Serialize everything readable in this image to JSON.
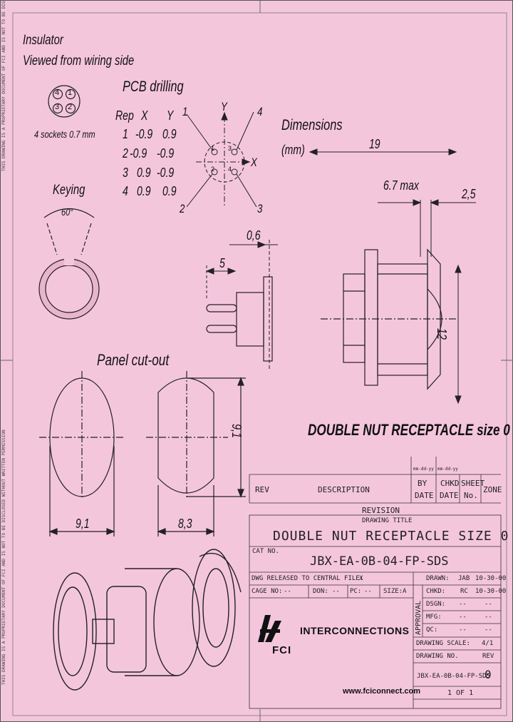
{
  "insulator": {
    "title": "Insulator",
    "subtitle": "Viewed from wiring side",
    "sockets": "4 sockets 0.7 mm",
    "pins": [
      "4",
      "1",
      "3",
      "2"
    ]
  },
  "pcb": {
    "title": "PCB drilling",
    "headers": [
      "Rep",
      "X",
      "Y"
    ],
    "rows": [
      [
        "1",
        "-0.9",
        "0.9"
      ],
      [
        "2",
        "-0.9",
        "-0.9"
      ],
      [
        "3",
        "0.9",
        "-0.9"
      ],
      [
        "4",
        "0.9",
        "0.9"
      ]
    ],
    "axis_y": "Y",
    "axis_x": "X",
    "callouts": [
      "1",
      "4",
      "2",
      "3"
    ],
    "hole_numbers": [
      "1",
      "3",
      "2",
      "4"
    ]
  },
  "keying": {
    "title": "Keying",
    "angle": "60°"
  },
  "dimensions": {
    "title": "Dimensions",
    "unit": "(mm)",
    "overall": "19",
    "max": "6.7 max",
    "flange": "2,5",
    "thickness": "0,6",
    "pin": "5",
    "height": "12"
  },
  "panel": {
    "title": "Panel cut-out",
    "w1": "9,1",
    "w2": "8,3",
    "h": "9,1"
  },
  "product_title": "DOUBLE NUT RECEPTACLE size 0",
  "side_note": "THIS DRAWING IS A PROPRIETARY DOCUMENT OF FCI AND IS NOT TO BE DISCLOSED WITHOUT WRITTEN PERMISSION",
  "revision_table": {
    "small_labels": [
      "mm-dd-yy",
      "mm-dd-yy"
    ],
    "headers": [
      "REV",
      "DESCRIPTION",
      "BY",
      "DATE",
      "CHKD",
      "DATE",
      "SHEET",
      "No.",
      "ZONE"
    ],
    "caption": "REVISION"
  },
  "title_block": {
    "drawing_title_label": "DRAWING TITLE",
    "drawing_title": "DOUBLE NUT RECEPTACLE SIZE 0",
    "cat_no_label": "CAT NO.",
    "cat_no": "JBX-EA-0B-04-FP-SDS",
    "dwg_released": "DWG RELEASED TO CENTRAL FILE:",
    "dwg_released_val": "X",
    "cage_no": "CAGE NO:",
    "cage_val": "--",
    "don": "DON:",
    "don_val": "--",
    "pc": "PC:",
    "pc_val": "--",
    "size": "SIZE:",
    "size_val": "A",
    "approval": "APPROVAL",
    "approvals": [
      {
        "label": "DRAWN:",
        "by": "JAB",
        "date": "10-30-00"
      },
      {
        "label": "CHKD:",
        "by": "RC",
        "date": "10-30-00"
      },
      {
        "label": "DSGN:",
        "by": "--",
        "date": "--"
      },
      {
        "label": "MFG:",
        "by": "--",
        "date": "--"
      },
      {
        "label": "QC:",
        "by": "--",
        "date": "--"
      }
    ],
    "scale_label": "DRAWING SCALE:",
    "scale": "4/1",
    "drawing_no_label": "DRAWING NO.",
    "rev_label": "REV",
    "drawing_no": "JBX-EA-0B-04-FP-SDS",
    "rev": "0",
    "company": "INTERCONNECTIONS",
    "logo_text": "FCI",
    "url": "www.fciconnect.com",
    "sheet": "1 OF 1"
  }
}
